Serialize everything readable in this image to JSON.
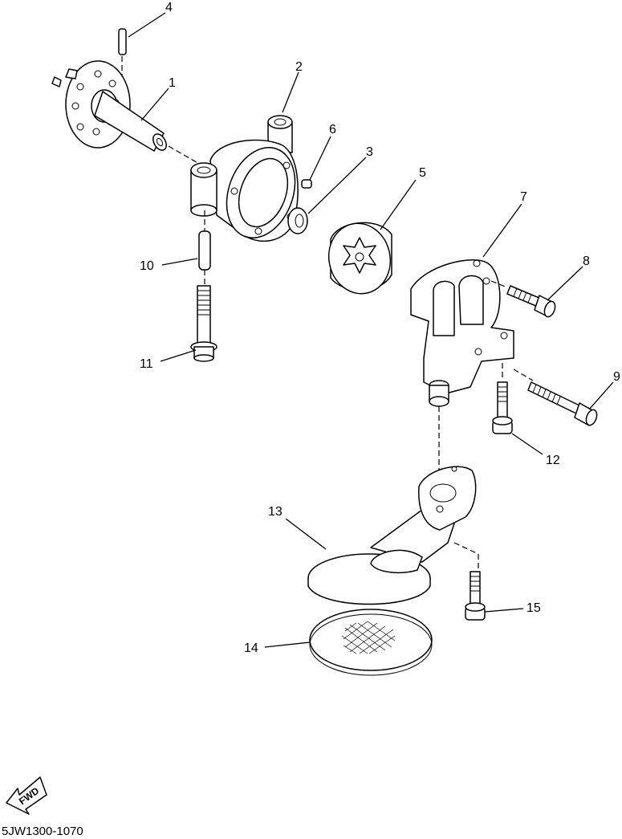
{
  "diagram": {
    "callouts": [
      {
        "id": "c1",
        "label": "1"
      },
      {
        "id": "c2",
        "label": "2"
      },
      {
        "id": "c3",
        "label": "3"
      },
      {
        "id": "c4",
        "label": "4"
      },
      {
        "id": "c5",
        "label": "5"
      },
      {
        "id": "c6",
        "label": "6"
      },
      {
        "id": "c7",
        "label": "7"
      },
      {
        "id": "c8",
        "label": "8"
      },
      {
        "id": "c9",
        "label": "9"
      },
      {
        "id": "c10",
        "label": "10"
      },
      {
        "id": "c11",
        "label": "11"
      },
      {
        "id": "c12",
        "label": "12"
      },
      {
        "id": "c13",
        "label": "13"
      },
      {
        "id": "c14",
        "label": "14"
      },
      {
        "id": "c15",
        "label": "15"
      }
    ],
    "direction_label": "FWD",
    "drawing_code": "5JW1300-1070"
  }
}
